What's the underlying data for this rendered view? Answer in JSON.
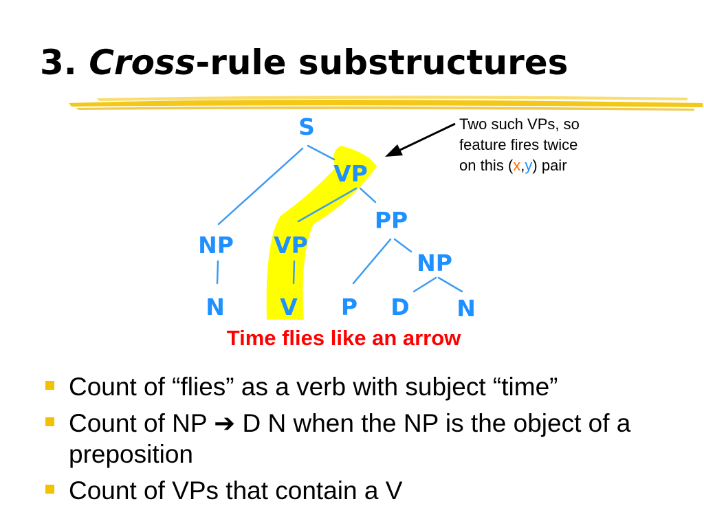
{
  "slide": {
    "title_number": "3.",
    "title_italic": "Cross",
    "title_rest": "-rule substructures",
    "callout": {
      "line1": "Two such VPs, so",
      "line2": "feature fires twice",
      "line3_pre": "on this (",
      "x": "x",
      "comma": ",",
      "y": "y",
      "line3_post": ") pair"
    },
    "sentence": "Time flies like an arrow",
    "bullets": [
      {
        "text": "Count of “flies” as a verb with subject “time”"
      },
      {
        "pre": "Count of NP ",
        "arrow": "➔",
        "post": " D N when the NP is the object of a preposition"
      },
      {
        "text": "Count of VPs that contain a V"
      }
    ]
  },
  "tree": {
    "nodes": {
      "s": "S",
      "vp_top": "VP",
      "np_subj": "NP",
      "vp_inner": "VP",
      "pp": "PP",
      "np_obj": "NP",
      "n1": "N",
      "v": "V",
      "p": "P",
      "d": "D",
      "n2": "N"
    },
    "colors": {
      "label": "#1e90ff",
      "edge": "#3d9bf0",
      "highlight": "#ffff00",
      "underline_gold": "#f2c200",
      "sentence": "#ff0000",
      "bullet": "#f2c200"
    }
  }
}
